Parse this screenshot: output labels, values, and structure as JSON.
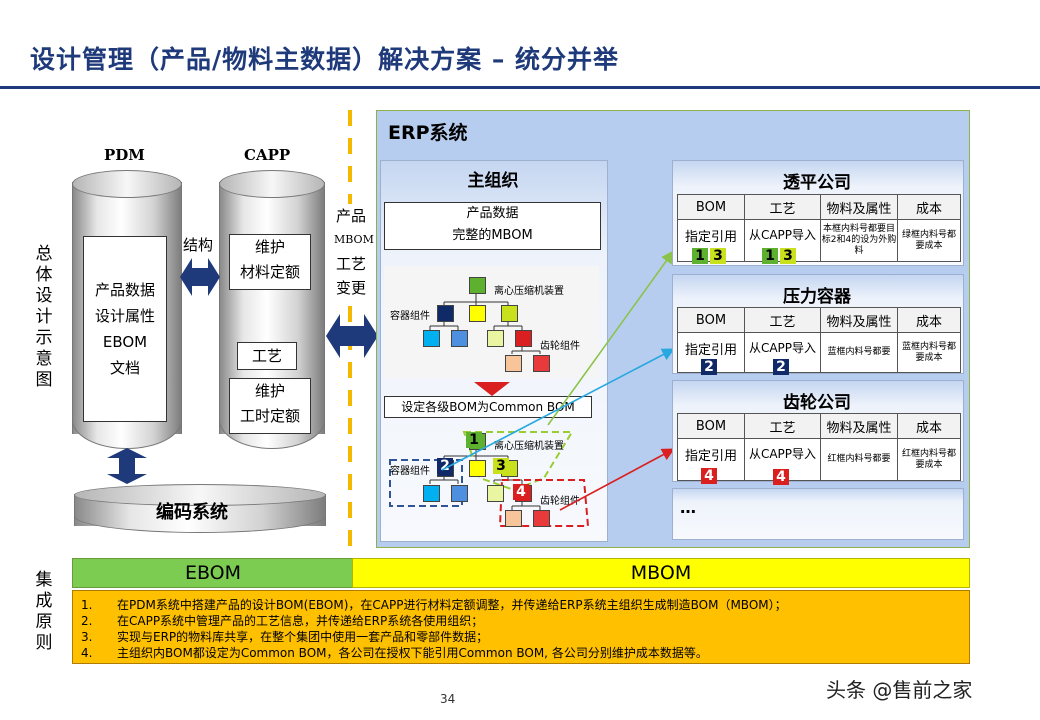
{
  "page": {
    "title": "设计管理（产品/物料主数据）解决方案 – 统分并举",
    "page_number": "34",
    "watermark": "头条 @售前之家"
  },
  "side_labels": {
    "top": [
      "总",
      "体",
      "设",
      "计",
      "示",
      "意",
      "图"
    ],
    "bottom": [
      "集",
      "成",
      "原",
      "则"
    ]
  },
  "pdm": {
    "label": "PDM",
    "lines": [
      "产品数据",
      "设计属性",
      "EBOM",
      "文档"
    ]
  },
  "capp": {
    "label": "CAPP",
    "box1": [
      "维护",
      "材料定额"
    ],
    "box2": "工艺",
    "box3": [
      "维护",
      "工时定额"
    ]
  },
  "connectors": {
    "jiegou": "结构",
    "side": [
      "产品",
      "MBOM",
      "工艺",
      "变更"
    ]
  },
  "coding_system": "编码系统",
  "erp": {
    "title": "ERP系统",
    "main_org": {
      "title": "主组织",
      "box": [
        "产品数据",
        "完整的MBOM"
      ],
      "tree": {
        "root": "离心压缩机装置",
        "left": "容器组件",
        "right": "齿轮组件"
      },
      "common_bom": "设定各级BOM为Common BOM",
      "tree2": {
        "root": "离心压缩机装置",
        "left": "容器组件",
        "right": "齿轮组件"
      },
      "markers": [
        "1",
        "2",
        "3",
        "4"
      ]
    },
    "companies": [
      {
        "name": "透平公司",
        "headers": [
          "BOM",
          "工艺",
          "物料及属性",
          "成本"
        ],
        "row": [
          "指定引用",
          "从CAPP导入",
          "本框内料号都要目标2和4的设为外购料",
          "绿框内料号都要成本"
        ],
        "badges_bom": [
          "1",
          "3"
        ],
        "badges_tech": [
          "1",
          "3"
        ]
      },
      {
        "name": "压力容器",
        "headers": [
          "BOM",
          "工艺",
          "物料及属性",
          "成本"
        ],
        "row": [
          "指定引用",
          "从CAPP导入",
          "蓝框内料号都要",
          "蓝框内料号都要成本"
        ],
        "badges_bom": [
          "2"
        ],
        "badges_tech": [
          "2"
        ]
      },
      {
        "name": "齿轮公司",
        "headers": [
          "BOM",
          "工艺",
          "物料及属性",
          "成本"
        ],
        "row": [
          "指定引用",
          "从CAPP导入",
          "红框内料号都要",
          "红框内料号都要成本"
        ],
        "badges_bom": [
          "4"
        ],
        "badges_tech": [
          "4"
        ]
      }
    ],
    "more": "…"
  },
  "bands": {
    "ebom": "EBOM",
    "mbom": "MBOM"
  },
  "principles": [
    {
      "num": "1.",
      "text": "在PDM系统中搭建产品的设计BOM(EBOM)，在CAPP进行材料定额调整，并传递给ERP系统主组织生成制造BOM（MBOM）；"
    },
    {
      "num": "2.",
      "text": "在CAPP系统中管理产品的工艺信息，并传递给ERP系统各使用组织；"
    },
    {
      "num": "3.",
      "text": "实现与ERP的物料库共享，在整个集团中使用一套产品和零部件数据；"
    },
    {
      "num": "4.",
      "text": "主组织内BOM都设定为Common BOM，各公司在授权下能引用Common BOM, 各公司分别维护成本数据等。"
    }
  ],
  "colors": {
    "title_blue": "#1f3a7a",
    "erp_bg": "#b7cdef",
    "ebom_green": "#7ccc52",
    "mbom_yellow": "#ffff00",
    "principles_orange": "#ffc000",
    "divider_orange": "#f5b800"
  }
}
